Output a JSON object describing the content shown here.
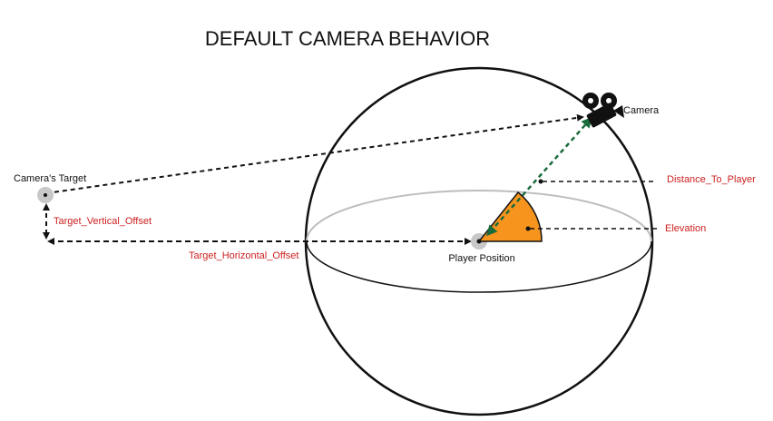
{
  "title": "DEFAULT CAMERA BEHAVIOR",
  "labels": {
    "camera": "Camera",
    "cameras_target": "Camera's Target",
    "player_position": "Player Position",
    "distance_to_player": "Distance_To_Player",
    "elevation": "Elevation",
    "target_vertical_offset": "Target_Vertical_Offset",
    "target_horizontal_offset": "Target_Horizontal_Offset"
  },
  "colors": {
    "parameter_label": "#cc1f1f",
    "elevation_wedge": "#f7941d",
    "camera_to_player_line": "#1a6b3c",
    "dashed_line": "#111111",
    "sphere_outline": "#111111",
    "equator_back": "#bdbdbd",
    "marker": "#c8c8c8"
  },
  "icons": {
    "camera": "movie-camera-icon"
  }
}
